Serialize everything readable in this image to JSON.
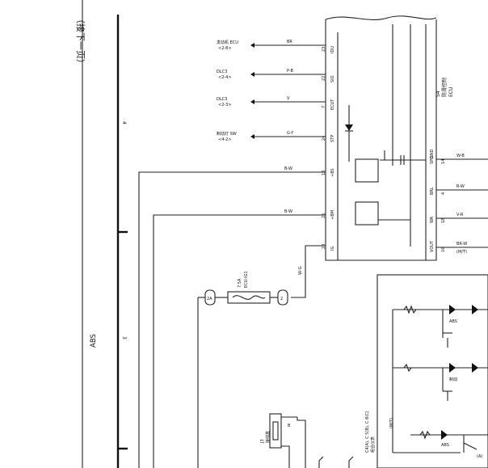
{
  "header": {
    "continue_note": "（接下一页）"
  },
  "section": {
    "label": "ABS",
    "n4": "4",
    "n3": "3"
  },
  "ecu": {
    "name_lines": [
      "S4",
      "防滑控制",
      "ECU"
    ],
    "left_pins": [
      {
        "id": "IDU",
        "no": "23"
      },
      {
        "id": "SIO",
        "no": "22"
      },
      {
        "id": "ECUT",
        "no": "7"
      },
      {
        "id": "STP",
        "no": "24"
      },
      {
        "id": "+BS",
        "no": "13"
      },
      {
        "id": "+BM",
        "no": "26"
      },
      {
        "id": "IG",
        "no": "20"
      }
    ],
    "right_pins": [
      {
        "id": "GND",
        "no": ""
      },
      {
        "id": "SPD",
        "no": "14"
      },
      {
        "id": "BRL",
        "no": "4"
      },
      {
        "id": "WA",
        "no": "18"
      },
      {
        "id": "VOUT",
        "no": "16"
      }
    ]
  },
  "inputs": [
    {
      "label": "发动机 ECU",
      "ref": "<2-8>",
      "wire": "BR"
    },
    {
      "label": "DLC3",
      "ref": "<2-4>",
      "wire": "P-B"
    },
    {
      "label": "DLC3",
      "ref": "<2-3>",
      "wire": "V"
    },
    {
      "label": "制动灯 SW",
      "ref": "<4-2>",
      "wire": "G-Y"
    }
  ],
  "wires": {
    "bs": "B-W",
    "bm": "B-W",
    "ig": "W-G",
    "r14": "W-B",
    "r4": "R-W",
    "r18": "V-R",
    "r16": "BR-W",
    "r16b": "(M/T)"
  },
  "fuse": {
    "name": "7.5A",
    "desc": "ECU-IG1",
    "c1": "2A",
    "c2": "2"
  },
  "relay": {
    "name": "J3",
    "desc": "接线盒",
    "pin": "B"
  },
  "meter": {
    "line1": "C4(A), C 5(B), C 8(C)",
    "line2": "组合仪表",
    "mt": "(M/T)"
  },
  "leds": {
    "abs": "ABS",
    "brake": "制动",
    "abs2": "ABS",
    "a": "(A)"
  }
}
